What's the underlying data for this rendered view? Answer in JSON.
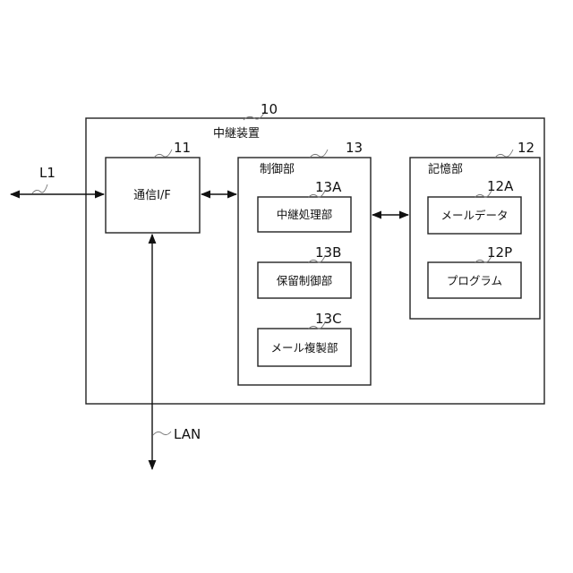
{
  "device": {
    "ref": "10",
    "label": "中継装置"
  },
  "comm_if": {
    "ref": "11",
    "label": "通信I/F"
  },
  "control": {
    "ref": "13",
    "label": "制御部",
    "units": [
      {
        "ref": "13A",
        "label": "中継処理部"
      },
      {
        "ref": "13B",
        "label": "保留制御部"
      },
      {
        "ref": "13C",
        "label": "メール複製部"
      }
    ]
  },
  "storage": {
    "ref": "12",
    "label": "記憶部",
    "units": [
      {
        "ref": "12A",
        "label": "メールデータ"
      },
      {
        "ref": "12P",
        "label": "プログラム"
      }
    ]
  },
  "lines": {
    "l1": "L1",
    "lan": "LAN"
  }
}
